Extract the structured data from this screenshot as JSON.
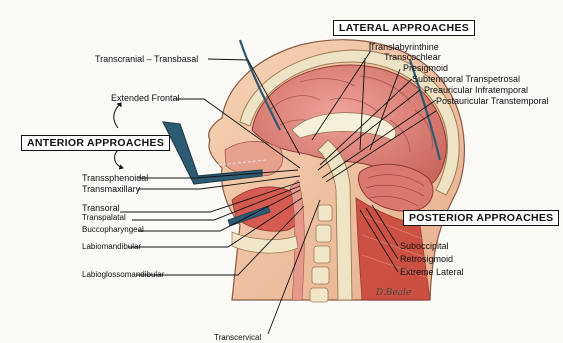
{
  "groups": {
    "lateral": "LATERAL APPROACHES",
    "anterior": "ANTERIOR APPROACHES",
    "posterior": "POSTERIOR APPROACHES"
  },
  "labels": {
    "transcranial": "Transcranial – Transbasal",
    "extended_frontal": "Extended Frontal",
    "transsphenoidal": "Transsphenoidal",
    "transmaxillary": "Transmaxillary",
    "transoral": "Transoral",
    "transpalatal": "Transpalatal",
    "buccopharyngeal": "Buccopharyngeal",
    "labiomandibular": "Labiomandibular",
    "labioglossomandibular": "Labioglossomandibular",
    "transcervical": "Transcervical",
    "translabyrinthine": "Translabyrinthine",
    "transcochlear": "Transcochlear",
    "presigmoid": "Presigmoid",
    "subtemporal": "Subtemporal Transpetrosal",
    "preauricular": "Preauricular Infratemporal",
    "postauricular": "Postauricular Transtemporal",
    "suboccipital": "Suboccipital",
    "retrosigmoid": "Retrosigmoid",
    "extreme_lateral": "Extreme Lateral"
  },
  "signature": "D.Beale",
  "colors": {
    "brain": "#e48a7e",
    "brain_dark": "#b85a52",
    "skin": "#f4c9a8",
    "bone": "#f3ead2",
    "muscle": "#c9463a",
    "cord": "#efe5c4",
    "instrument": "#2e5b73",
    "outline": "#111111"
  }
}
